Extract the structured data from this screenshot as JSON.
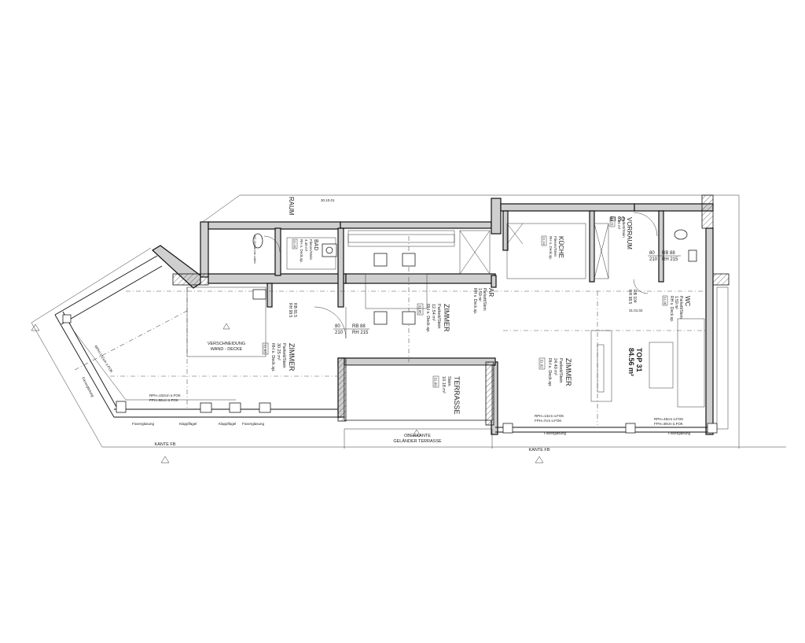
{
  "rooms": [
    {
      "name": "ZIMMER",
      "sub": "Parkett/Stein",
      "area": "30.25 m²",
      "rh": "RH s. Deck.sp.",
      "code": "31.03"
    },
    {
      "name": "ZIMMER",
      "sub": "Parkett/Stein",
      "area": "12.54 m²",
      "rh": "RH s. Deck.sp.",
      "code": "31.05"
    },
    {
      "name": "ZIMMER",
      "sub": "Parkett/Stein",
      "area": "24.40 m²",
      "rh": "RH s. Deck.sp.",
      "code": "31.02"
    },
    {
      "name": "TERRASSE",
      "sub": "Stein",
      "area": "10.18 m²",
      "rh": "",
      "code": "31.09"
    },
    {
      "name": "BAD",
      "sub": "Fliesen/Stein",
      "area": "4.40 m²",
      "rh": "RH s. Deck.sp.",
      "code": "31.06"
    },
    {
      "name": "AR",
      "sub": "Parkett/Stein",
      "area": "1.59 m²",
      "rh": "RH s. Deck.sp.",
      "code": "31.07"
    },
    {
      "name": "KÜCHE",
      "sub": "Fliesen/Stein",
      "area": "",
      "rh": "RH s. Deck.sp.",
      "code": "31.04"
    },
    {
      "name": "VORRAUM",
      "sub": "Parkett/Stein",
      "area": "3.86 m²",
      "rh": "",
      "code": "31.01"
    },
    {
      "name": "WC",
      "sub": "Parkett/Stein",
      "area": "1.59 m²",
      "rh": "RH s. Deck.sp.",
      "code": "31.08"
    }
  ],
  "unit": {
    "name": "TOP 31",
    "area": "84.56 m²"
  },
  "labels": {
    "verschneidung_1": "VERSCHNEIDUNG",
    "verschneidung_2": "WAND - DECKE",
    "oberkante_1": "OBERKANTE",
    "oberkante_2": "GELÄNDER TERRASSE",
    "kante_fb_left": "KANTE FB",
    "kante_fb_right": "KANTE FB",
    "stamp_top": "30.10.01",
    "stamp_right": "31.01.02",
    "raum_top": "RAUM",
    "ei30": "EI 30",
    "wc_note": "WC-Schalt mit Lüfter",
    "rph_left_1": "RPH=102cm ü.FOK",
    "rph_left_2": "FPH=96cm ü.FOK",
    "rph_mid_1": "RPH=13cm ü.FOK",
    "rph_mid_2": "FPH=7cm ü.FOK",
    "rph_right_1": "RPH=45cm ü.FOK",
    "rph_right_2": "FPH=39cm ü.FOK",
    "rph_diag": "RPH=102cm ü.FOK",
    "festverglasung": "Fixverglasung",
    "klappfluegel": "Klappflügel"
  },
  "doors": [
    {
      "w": "80",
      "h": "210",
      "rb": "RB 88",
      "rh": "RH 215"
    },
    {
      "w": "80",
      "h": "210",
      "rb": "RB 88",
      "rh": "RH 215"
    },
    {
      "w": "80",
      "h": "210",
      "rb": "RB 81.5",
      "rh": "RH 98.5"
    },
    {
      "w": "80",
      "h": "210",
      "rb": "RB 104",
      "rh": "RH 98.5"
    }
  ]
}
